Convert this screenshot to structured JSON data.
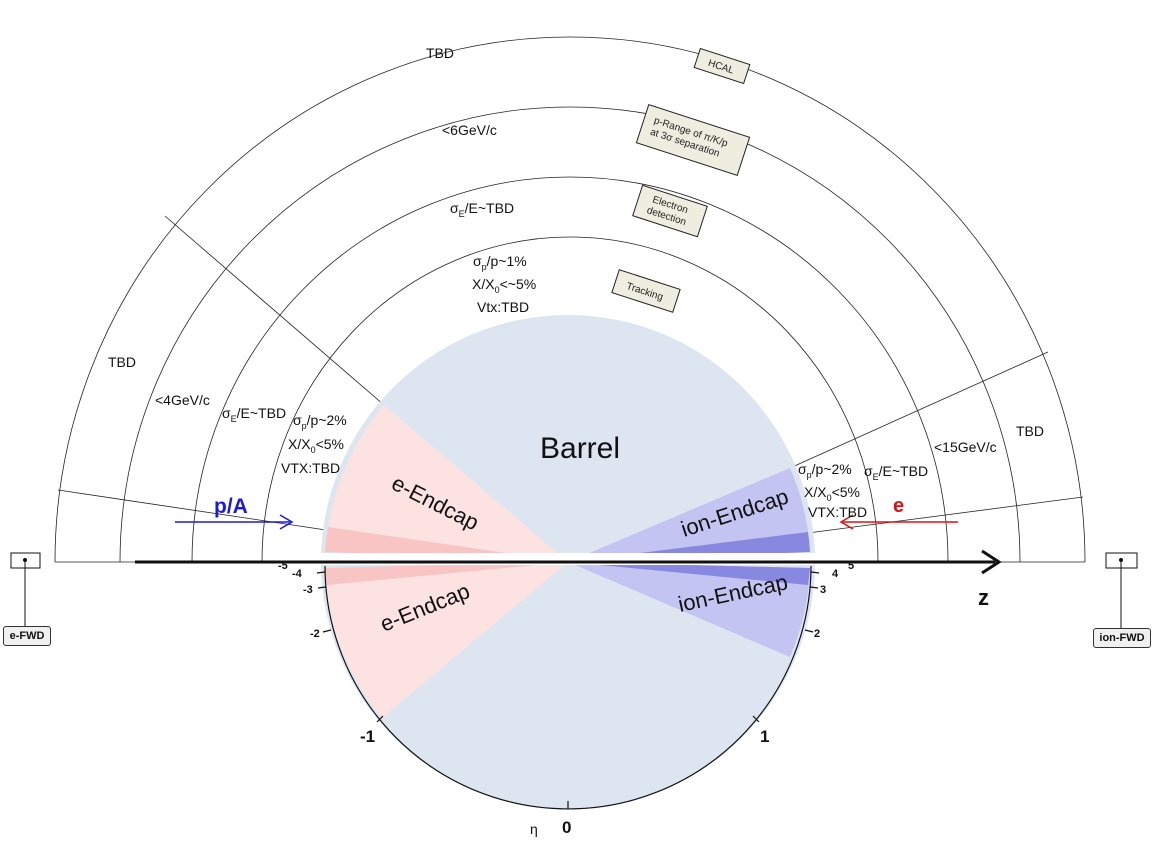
{
  "outer_labels": {
    "top_hcal": "TBD",
    "top_pid": "<6GeV/c",
    "top_ecal_sigma": "σ",
    "top_ecal_sub": "E",
    "top_ecal_rest": "/E~TBD",
    "top_trk_line1_sigma": "σ",
    "top_trk_line1_sub": "p",
    "top_trk_line1_rest": "/p~1%",
    "top_trk_line2_a": "X/X",
    "top_trk_line2_sub": "0",
    "top_trk_line2_rest": "<~5%",
    "top_trk_line3": "Vtx:TBD",
    "left_hcal": "TBD",
    "left_pid": "<4GeV/c",
    "left_ecal_sigma": "σ",
    "left_ecal_sub": "E",
    "left_ecal_rest": "/E~TBD",
    "left_trk_line1_sigma": "σ",
    "left_trk_line1_sub": "p",
    "left_trk_line1_rest": "/p~2%",
    "left_trk_line2_a": "X/X",
    "left_trk_line2_sub": "0",
    "left_trk_line2_rest": "<5%",
    "left_trk_line3": "VTX:TBD",
    "right_hcal": "TBD",
    "right_pid": "<15GeV/c",
    "right_ecal_sigma": "σ",
    "right_ecal_sub": "E",
    "right_ecal_rest": "/E~TBD",
    "right_trk_line1_sigma": "σ",
    "right_trk_line1_sub": "p",
    "right_trk_line1_rest": "/p~2%",
    "right_trk_line2_a": "X/X",
    "right_trk_line2_sub": "0",
    "right_trk_line2_rest": "<5%",
    "right_trk_line3": "VTX:TBD"
  },
  "layer_boxes": {
    "hcal": "HCAL",
    "pid_line1": "p-Range of π/K/p",
    "pid_line2": "at 3σ separation",
    "ecal_line1": "Electron",
    "ecal_line2": "detection",
    "tracking": "Tracking"
  },
  "regions": {
    "barrel": "Barrel",
    "e_endcap_top": "e-Endcap",
    "e_endcap_bottom": "e-Endcap",
    "ion_endcap_top": "ion-Endcap",
    "ion_endcap_bottom": "ion-Endcap"
  },
  "beams": {
    "proton_label": "p/A",
    "electron_label": "e",
    "axis_label": "z",
    "proton_color": "#1a1adb",
    "electron_color": "#e01010"
  },
  "eta_axis": {
    "symbol": "η",
    "ticks_major": [
      "-1",
      "0",
      "1"
    ],
    "ticks_minor_left": [
      "-2",
      "-3",
      "-4",
      "-5"
    ],
    "ticks_minor_right": [
      "2",
      "3",
      "4",
      "5"
    ]
  },
  "forward": {
    "e_fwd": "e-FWD",
    "ion_fwd": "ion-FWD"
  },
  "colors": {
    "barrel": "#dde5f0",
    "e_endcap": "#fde2e2",
    "e_endcap_dark": "#f9c4c4",
    "ion_endcap": "#c4c4f2",
    "ion_endcap_dark": "#8888e0"
  }
}
